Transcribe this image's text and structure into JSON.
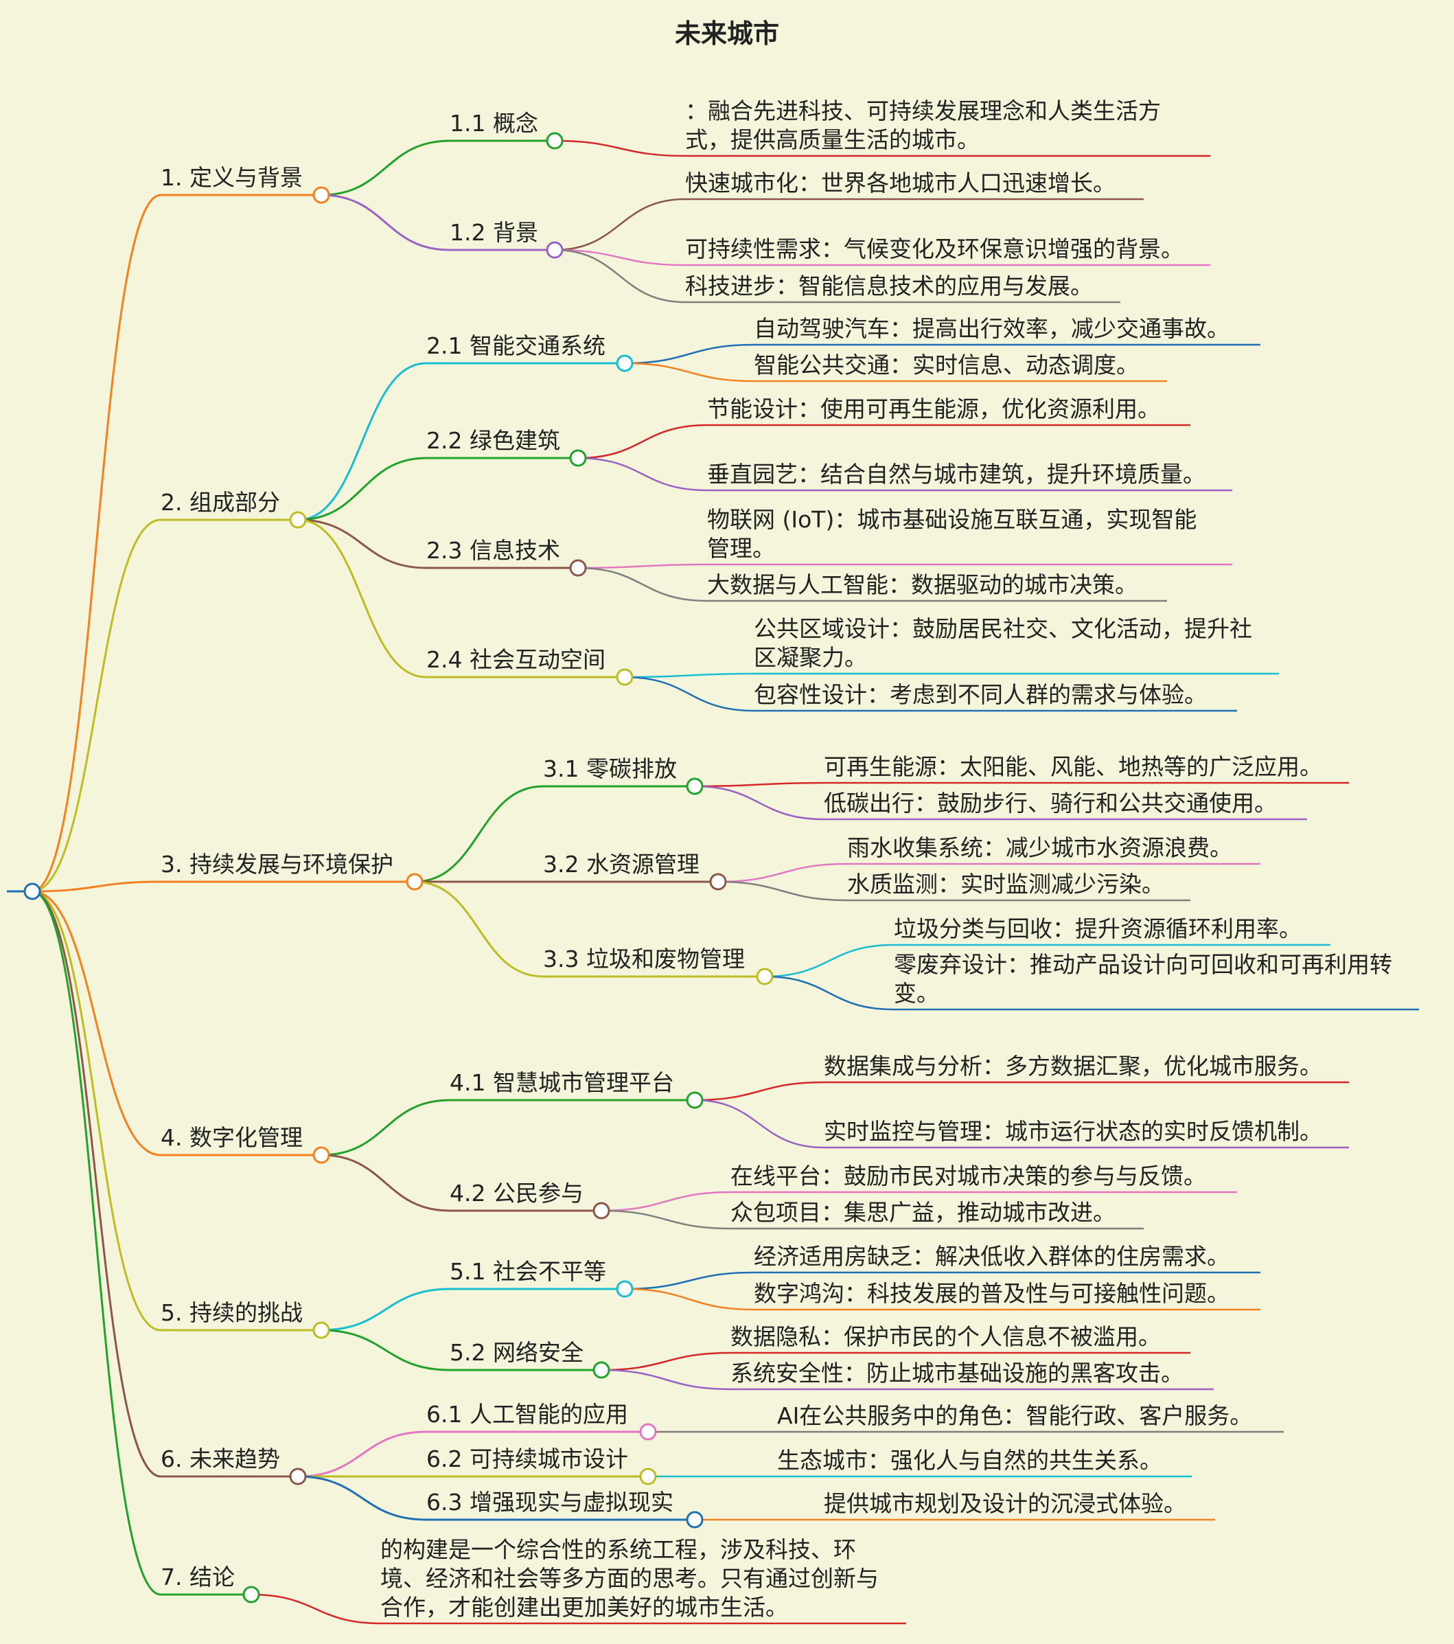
{
  "title": "未来城市",
  "branches": [
    {
      "label": "1. 定义与背景",
      "color": "#f4801f",
      "children": [
        {
          "label": "1.1 概念",
          "color": "#22a22a",
          "leaves": [
            {
              "text": "：融合先进科技、可持续发展理念和人类生活方式，提供高质量生活的城市。",
              "color": "#d62728"
            }
          ]
        },
        {
          "label": "1.2 背景",
          "color": "#9a62c4",
          "leaves": [
            {
              "text": "快速城市化：世界各地城市人口迅速增长。",
              "color": "#8c564b"
            },
            {
              "text": "可持续性需求：气候变化及环保意识增强的背景。",
              "color": "#e377c2"
            },
            {
              "text": "科技进步：智能信息技术的应用与发展。",
              "color": "#7f7f7f"
            }
          ]
        }
      ]
    },
    {
      "label": "2. 组成部分",
      "color": "#bcbd22",
      "children": [
        {
          "label": "2.1 智能交通系统",
          "color": "#17becf",
          "leaves": [
            {
              "text": "自动驾驶汽车：提高出行效率，减少交通事故。",
              "color": "#1f6fb4"
            },
            {
              "text": "智能公共交通：实时信息、动态调度。",
              "color": "#f4801f"
            }
          ]
        },
        {
          "label": "2.2 绿色建筑",
          "color": "#22a22a",
          "leaves": [
            {
              "text": "节能设计：使用可再生能源，优化资源利用。",
              "color": "#d62728"
            },
            {
              "text": "垂直园艺：结合自然与城市建筑，提升环境质量。",
              "color": "#9a62c4"
            }
          ]
        },
        {
          "label": "2.3 信息技术",
          "color": "#8c564b",
          "leaves": [
            {
              "text": "物联网 (IoT)：城市基础设施互联互通，实现智能管理。",
              "color": "#e377c2"
            },
            {
              "text": "大数据与人工智能：数据驱动的城市决策。",
              "color": "#7f7f7f"
            }
          ]
        },
        {
          "label": "2.4 社会互动空间",
          "color": "#bcbd22",
          "leaves": [
            {
              "text": "公共区域设计：鼓励居民社交、文化活动，提升社区凝聚力。",
              "color": "#17becf"
            },
            {
              "text": "包容性设计：考虑到不同人群的需求与体验。",
              "color": "#1f6fb4"
            }
          ]
        }
      ]
    },
    {
      "label": "3. 持续发展与环境保护",
      "color": "#f4801f",
      "children": [
        {
          "label": "3.1 零碳排放",
          "color": "#22a22a",
          "leaves": [
            {
              "text": "可再生能源：太阳能、风能、地热等的广泛应用。",
              "color": "#d62728"
            },
            {
              "text": "低碳出行：鼓励步行、骑行和公共交通使用。",
              "color": "#9a62c4"
            }
          ]
        },
        {
          "label": "3.2 水资源管理",
          "color": "#8c564b",
          "leaves": [
            {
              "text": "雨水收集系统：减少城市水资源浪费。",
              "color": "#e377c2"
            },
            {
              "text": "水质监测：实时监测减少污染。",
              "color": "#7f7f7f"
            }
          ]
        },
        {
          "label": "3.3 垃圾和废物管理",
          "color": "#bcbd22",
          "leaves": [
            {
              "text": "垃圾分类与回收：提升资源循环利用率。",
              "color": "#17becf"
            },
            {
              "text": "零废弃设计：推动产品设计向可回收和可再利用转变。",
              "color": "#1f6fb4"
            }
          ]
        }
      ]
    },
    {
      "label": "4. 数字化管理",
      "color": "#f4801f",
      "children": [
        {
          "label": "4.1 智慧城市管理平台",
          "color": "#22a22a",
          "leaves": [
            {
              "text": "数据集成与分析：多方数据汇聚，优化城市服务。",
              "color": "#d62728"
            },
            {
              "text": "实时监控与管理：城市运行状态的实时反馈机制。",
              "color": "#9a62c4"
            }
          ]
        },
        {
          "label": "4.2 公民参与",
          "color": "#8c564b",
          "leaves": [
            {
              "text": "在线平台：鼓励市民对城市决策的参与与反馈。",
              "color": "#e377c2"
            },
            {
              "text": "众包项目：集思广益，推动城市改进。",
              "color": "#7f7f7f"
            }
          ]
        }
      ]
    },
    {
      "label": "5. 持续的挑战",
      "color": "#bcbd22",
      "children": [
        {
          "label": "5.1 社会不平等",
          "color": "#17becf",
          "leaves": [
            {
              "text": "经济适用房缺乏：解决低收入群体的住房需求。",
              "color": "#1f6fb4"
            },
            {
              "text": "数字鸿沟：科技发展的普及性与可接触性问题。",
              "color": "#f4801f"
            }
          ]
        },
        {
          "label": "5.2 网络安全",
          "color": "#22a22a",
          "leaves": [
            {
              "text": "数据隐私：保护市民的个人信息不被滥用。",
              "color": "#d62728"
            },
            {
              "text": "系统安全性：防止城市基础设施的黑客攻击。",
              "color": "#9a62c4"
            }
          ]
        }
      ]
    },
    {
      "label": "6. 未来趋势",
      "color": "#8c564b",
      "children": [
        {
          "label": "6.1 人工智能的应用",
          "color": "#e377c2",
          "leaves": [
            {
              "text": "AI在公共服务中的角色：智能行政、客户服务。",
              "color": "#7f7f7f"
            }
          ]
        },
        {
          "label": "6.2 可持续城市设计",
          "color": "#bcbd22",
          "leaves": [
            {
              "text": "生态城市：强化人与自然的共生关系。",
              "color": "#17becf"
            }
          ]
        },
        {
          "label": "6.3 增强现实与虚拟现实",
          "color": "#1f6fb4",
          "leaves": [
            {
              "text": "提供城市规划及设计的沉浸式体验。",
              "color": "#f4801f"
            }
          ]
        }
      ]
    },
    {
      "label": "7. 结论",
      "color": "#22a22a",
      "leaves": [
        {
          "text": "的构建是一个综合性的系统工程，涉及科技、环境、经济和社会等多方面的思考。只有通过创新与合作，才能创建出更加美好的城市生活。",
          "color": "#d62728"
        }
      ]
    }
  ]
}
